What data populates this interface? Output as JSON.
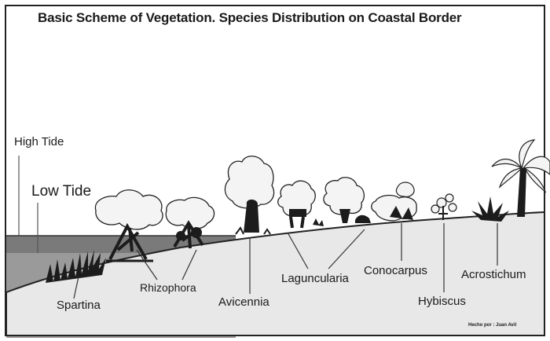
{
  "title": "Basic Scheme of Vegetation. Species Distribution on Coastal Border",
  "tides": {
    "high": "High Tide",
    "low": "Low Tide"
  },
  "species": {
    "spartina": "Spartina",
    "rhizophora": "Rhizophora",
    "avicennia": "Avicennia",
    "laguncularia": "Laguncularia",
    "conocarpus": "Conocarpus",
    "hybiscus": "Hybiscus",
    "acrostichum": "Acrostichum"
  },
  "credit": "Hecho por : Juan Avil",
  "colors": {
    "ground": "#e6e6e6",
    "water": "#8c8c8c",
    "water_deep": "#5a5a5a",
    "plant_dark": "#1c1c1c",
    "leaf_fill": "#f4f4f4",
    "line": "#222222"
  }
}
